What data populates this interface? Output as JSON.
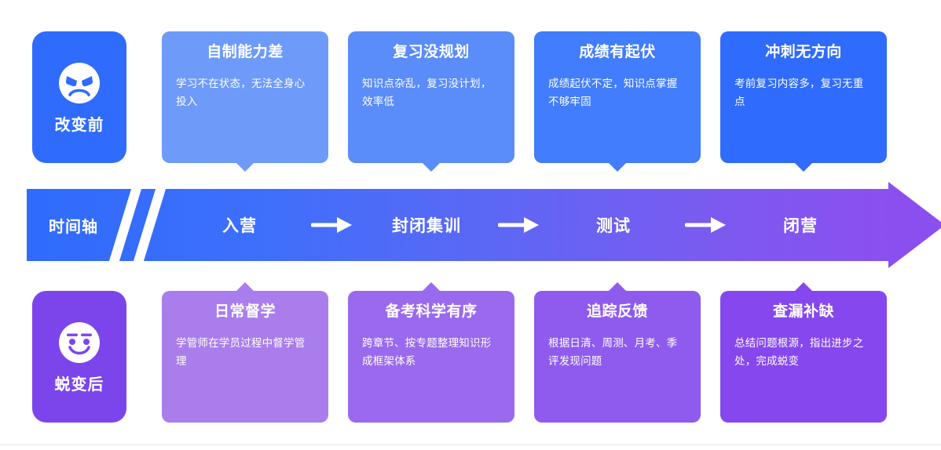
{
  "badges": {
    "before": {
      "label": "改变前",
      "icon": "angry-face-icon",
      "color": "#2f6bfd"
    },
    "after": {
      "label": "蜕变后",
      "icon": "smiling-face-icon",
      "color": "#7c45ec"
    }
  },
  "problem_cards": [
    {
      "title": "自制能力差",
      "desc": "学习不在状态，无法全身心投入",
      "color": "#6e9bfa"
    },
    {
      "title": "复习没规划",
      "desc": "知识点杂乱，复习没计划，效率低",
      "color": "#5a8cfa"
    },
    {
      "title": "成绩有起伏",
      "desc": "成绩起伏不定，知识点掌握不够牢固",
      "color": "#417dfc"
    },
    {
      "title": "冲刺无方向",
      "desc": "考前复习内容多，复习无重点",
      "color": "#2f6bfd"
    }
  ],
  "solution_cards": [
    {
      "title": "日常督学",
      "desc": "学管师在学员过程中督学管理",
      "color": "#a97eec"
    },
    {
      "title": "备考科学有序",
      "desc": "跨章节、按专题整理知识形成框架体系",
      "color": "#9a6aee"
    },
    {
      "title": "追踪反馈",
      "desc": "根据日清、周测、月考、季评发现问题",
      "color": "#8f5bef"
    },
    {
      "title": "查漏补缺",
      "desc": "总结问题根源，指出进步之处，完成蜕变",
      "color": "#8647ee"
    }
  ],
  "timeline": {
    "label": "时间轴",
    "stages": [
      "入营",
      "封闭集训",
      "测试",
      "闭营"
    ],
    "arrow_icon": "arrow-right-icon",
    "gradient_start": "#2f6bfd",
    "gradient_end": "#8b4ff0"
  }
}
